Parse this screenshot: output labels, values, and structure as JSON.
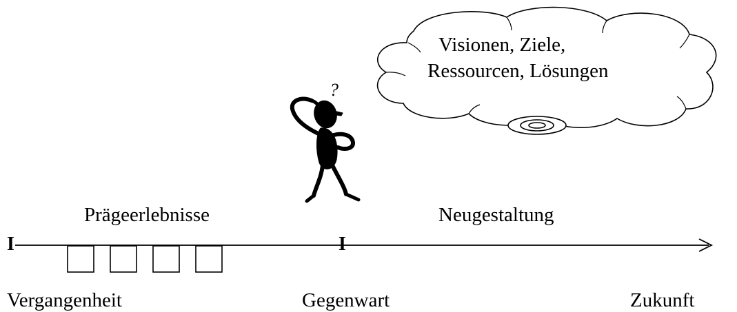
{
  "cloud": {
    "line1": "Visionen, Ziele,",
    "line2": "Ressourcen, Lösungen"
  },
  "labels": {
    "past_phase": "Prägeerlebnisse",
    "future_phase": "Neugestaltung",
    "past": "Vergangenheit",
    "present": "Gegenwart",
    "future": "Zukunft"
  },
  "timeline": {
    "start_marker": "I",
    "present_marker": "I",
    "experience_box_count": 4
  },
  "figure": {
    "question_mark": "?"
  },
  "colors": {
    "ink": "#000000",
    "background": "#ffffff"
  }
}
